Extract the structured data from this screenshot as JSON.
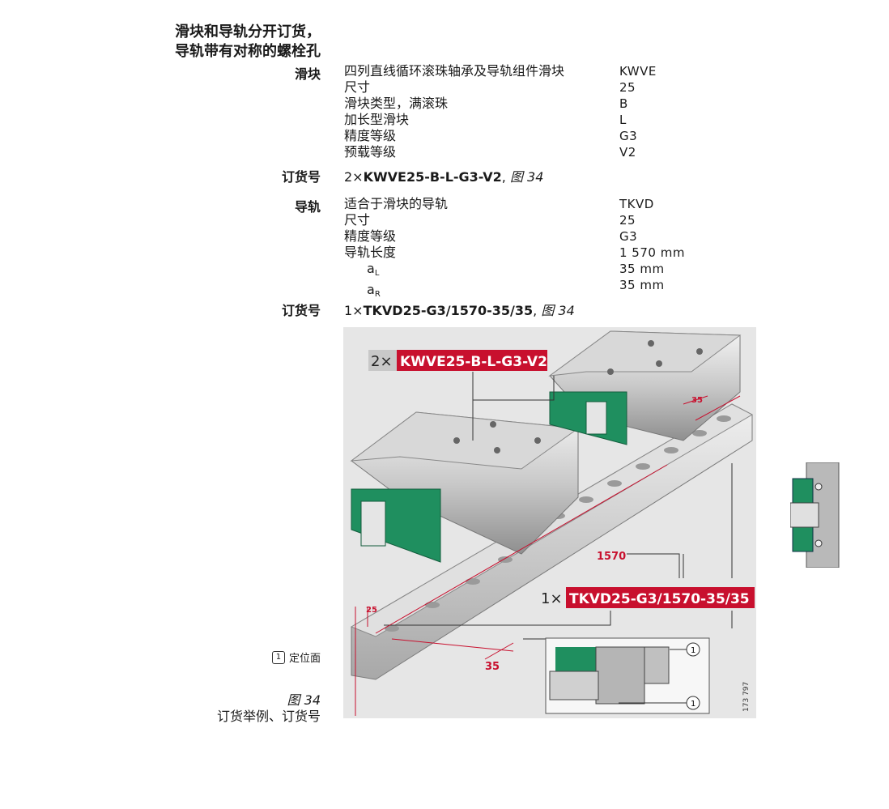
{
  "heading": [
    "滑块和导轨分开订货，",
    "导轨带有对称的螺栓孔"
  ],
  "carriage": {
    "label": "滑块",
    "rows": [
      {
        "desc": "四列直线循环滚珠轴承及导轨组件滑块",
        "value": "KWVE"
      },
      {
        "desc": "尺寸",
        "value": "25"
      },
      {
        "desc": "滑块类型，满滚珠",
        "value": "B"
      },
      {
        "desc": "加长型滑块",
        "value": "L"
      },
      {
        "desc": "精度等级",
        "value": "G3"
      },
      {
        "desc": "预载等级",
        "value": "V2"
      }
    ],
    "order_label": "订货号",
    "order_qty": "2×",
    "order_code": "KWVE25-B-L-G3-V2",
    "order_ref": "图 34"
  },
  "rail": {
    "label": "导轨",
    "rows": [
      {
        "desc": "适合于滑块的导轨",
        "value": "TKVD"
      },
      {
        "desc": "尺寸",
        "value": "25"
      },
      {
        "desc": "精度等级",
        "value": "G3"
      },
      {
        "desc": "导轨长度",
        "value": "1 570 mm"
      }
    ],
    "aL": {
      "base": "a",
      "sub": "L",
      "value": "35 mm"
    },
    "aR": {
      "base": "a",
      "sub": "R",
      "value": "35 mm"
    },
    "order_label": "订货号",
    "order_qty": "1×",
    "order_code": "TKVD25-G3/1570-35/35",
    "order_ref": "图 34"
  },
  "figure": {
    "tag_carriage_qty": "2×",
    "tag_carriage_code": "KWVE25-B-L-G3-V2",
    "tag_rail_qty": "1×",
    "tag_rail_code": "TKVD25-G3/1570-35/35",
    "dim_length": "1570",
    "dim_left": "25",
    "dim_35_top": "35",
    "dim_35_bottom": "35",
    "callout": "1",
    "drawing_no": "173 797",
    "accent": "#c8102e",
    "green": "#1f8f5f"
  },
  "legend": {
    "num": "1",
    "text": "定位面"
  },
  "caption": {
    "number": "图 34",
    "title": "订货举例、订货号"
  }
}
